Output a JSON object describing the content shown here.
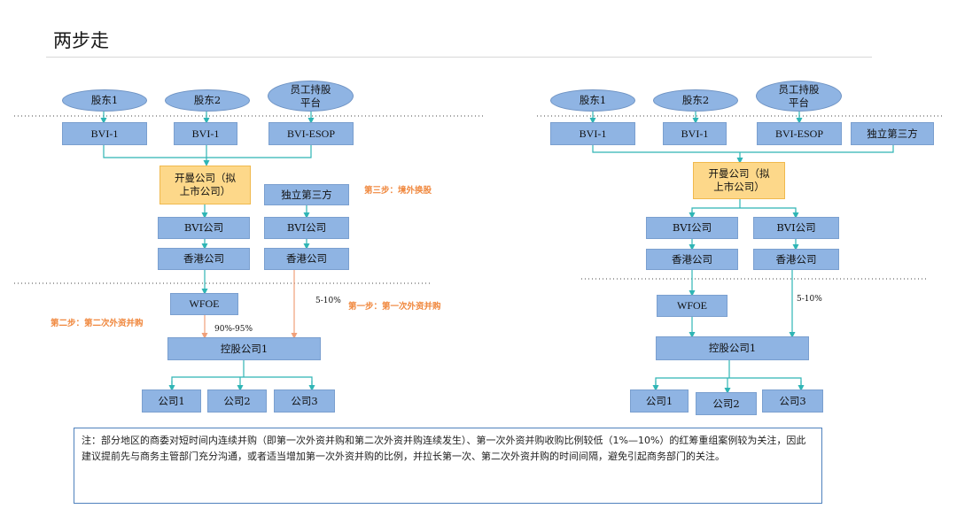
{
  "page": {
    "title": "两步走"
  },
  "left": {
    "shareholder1": "股东1",
    "shareholder2": "股东2",
    "esop_platform": "员工持股平台",
    "bvi1_a": "BVI-1",
    "bvi1_b": "BVI-1",
    "bvi_esop": "BVI-ESOP",
    "company": "开曼公司（拟上市公司）",
    "bvi_company": "BVI公司",
    "hk_company": "香港公司",
    "third_party": "独立第三方",
    "third_bvi": "BVI公司",
    "third_hk": "香港公司",
    "wfoe": "WFOE",
    "holding": "控股公司1",
    "sub1": "公司1",
    "sub2": "公司2",
    "sub3": "公司3",
    "step3": "第三步：境外换股",
    "step2": "第二步：第二次外资并购",
    "step1": "第一步：第一次外资并购",
    "pct_90_95": "90%-95%",
    "pct_5_10": "5-10%"
  },
  "right": {
    "shareholder1": "股东1",
    "shareholder2": "股东2",
    "esop_platform": "员工持股平台",
    "bvi1_a": "BVI-1",
    "bvi1_b": "BVI-1",
    "bvi_esop": "BVI-ESOP",
    "third_party": "独立第三方",
    "company": "开曼公司（拟上市公司）",
    "bvi_company_a": "BVI公司",
    "bvi_company_b": "BVI公司",
    "hk_company_a": "香港公司",
    "hk_company_b": "香港公司",
    "wfoe": "WFOE",
    "holding": "控股公司1",
    "sub1": "公司1",
    "sub2": "公司2",
    "sub3": "公司3",
    "pct_5_10": "5-10%"
  },
  "note": "注：部分地区的商委对短时间内连续并购（即第一次外资并购和第二次外资并购连续发生）、第一次外资并购收购比例较低（1%—10%）的红筹重组案例较为关注，因此建议提前先与商务主管部门充分沟通，或者适当增加第一次外资并购的比例，并拉长第一次、第二次外资并购的时间间隔，避免引起商务部门的关注。",
  "colors": {
    "box": "#8fb4e3",
    "highlight": "#fdd88a",
    "connector": "#2fb5b5",
    "accent_arrow": "#f0a07a",
    "step_text": "#f0883e",
    "note_border": "#4f81bd"
  }
}
